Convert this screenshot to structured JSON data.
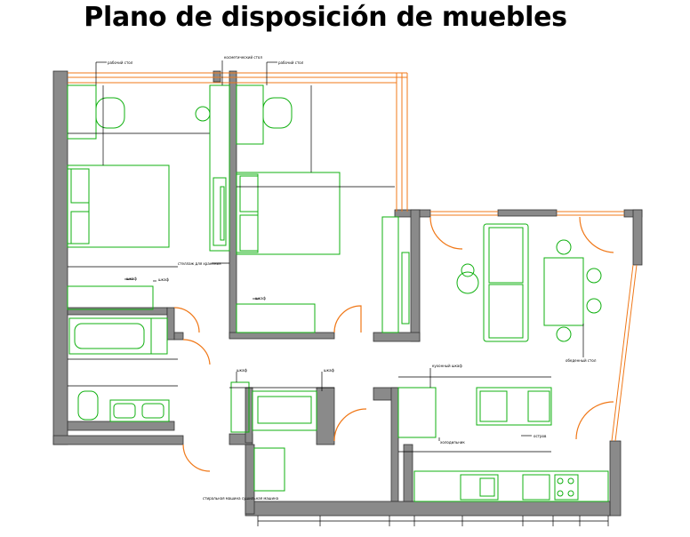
{
  "title": "Plano de disposición de muebles",
  "labels": {
    "desk_left": "рабочий стол",
    "cosmetic_table": "косметический стол",
    "desk_right": "рабочий стол",
    "storage_system": "стеллаж для хранения",
    "shelf_left": "шкаф",
    "cabinet_left": "шкаф",
    "shelf_mid": "шкаф",
    "wardrobe_a": "шкаф",
    "wardrobe_b": "шкаф",
    "dining_chair": "обеденный стол",
    "kitchen_unit": "кухонный шкаф",
    "fridge": "холодильник",
    "island": "остров",
    "washer": "стиральная машина сушильная машина"
  },
  "colors": {
    "wall": "#8a8a8a",
    "furniture": "#10b010",
    "door_swing": "#f07818",
    "dimension": "#000000"
  }
}
